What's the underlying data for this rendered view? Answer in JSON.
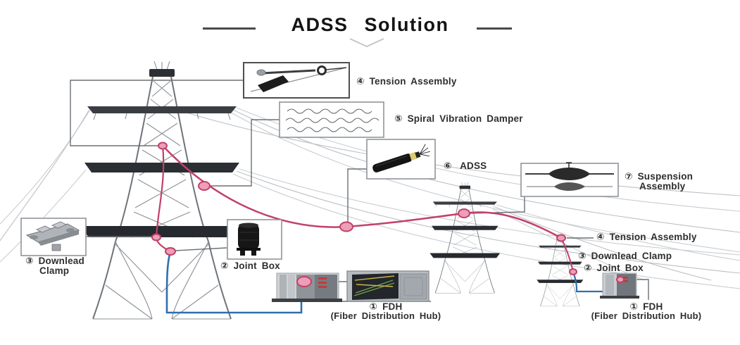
{
  "title": "ADSS Solution",
  "callouts": {
    "tension_assembly_top": "④ Tension Assembly",
    "spiral_vibration_damper": "⑤ Spiral Vibration Damper",
    "adss": "⑥ ADSS",
    "suspension_assembly_line1": "⑦ Suspension",
    "suspension_assembly_line2": "Assembly",
    "tension_assembly_right": "④ Tension Assembly",
    "downlead_clamp_right": "③ Downlead Clamp",
    "joint_box_right": "② Joint Box",
    "fdh_line1": "① FDH",
    "fdh_line2": "(Fiber Distribution Hub)",
    "downlead_clamp_left_line1": "③ Downlead",
    "downlead_clamp_left_line2": "Clamp",
    "joint_box_left": "② Joint Box"
  },
  "colors": {
    "adss_cable_pink": "#c2406a",
    "marker_fill_pink": "#ec9fb6",
    "downlead_cable_blue": "#2f6fad",
    "connector_gray": "#6b7075",
    "power_line_gray": "#c9cdd1",
    "title_text": "#141414",
    "label_text": "#2e2e2e"
  }
}
